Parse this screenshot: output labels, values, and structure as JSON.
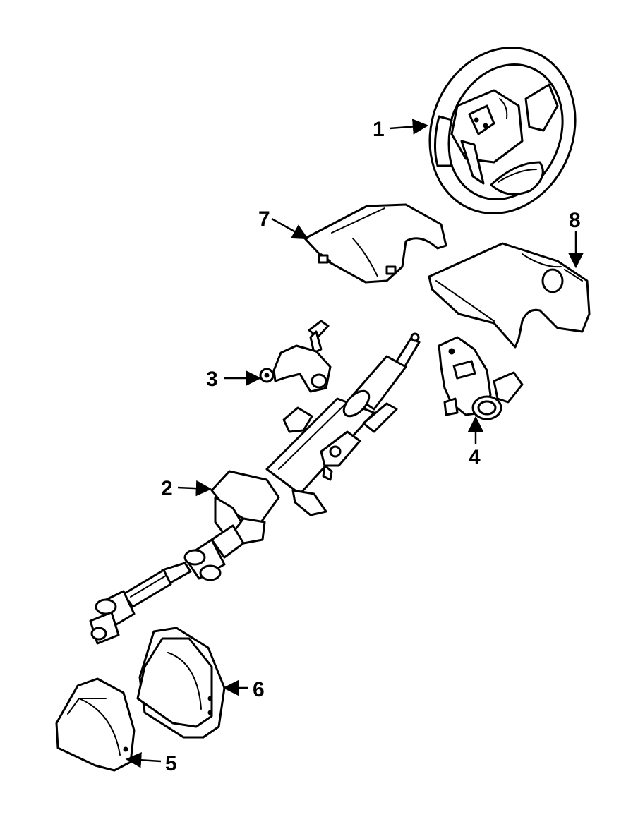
{
  "diagram": {
    "background": "#ffffff",
    "ink": "#000000",
    "callouts": [
      {
        "id": "c1",
        "label": "1",
        "part": "steering-wheel"
      },
      {
        "id": "c2",
        "label": "2",
        "part": "steering-column-assembly"
      },
      {
        "id": "c3",
        "label": "3",
        "part": "tilt-lever-bracket"
      },
      {
        "id": "c4",
        "label": "4",
        "part": "ignition-lock-housing"
      },
      {
        "id": "c5",
        "label": "5",
        "part": "inner-boot"
      },
      {
        "id": "c6",
        "label": "6",
        "part": "outer-boot"
      },
      {
        "id": "c7",
        "label": "7",
        "part": "upper-column-cover"
      },
      {
        "id": "c8",
        "label": "8",
        "part": "lower-column-cover"
      }
    ]
  }
}
